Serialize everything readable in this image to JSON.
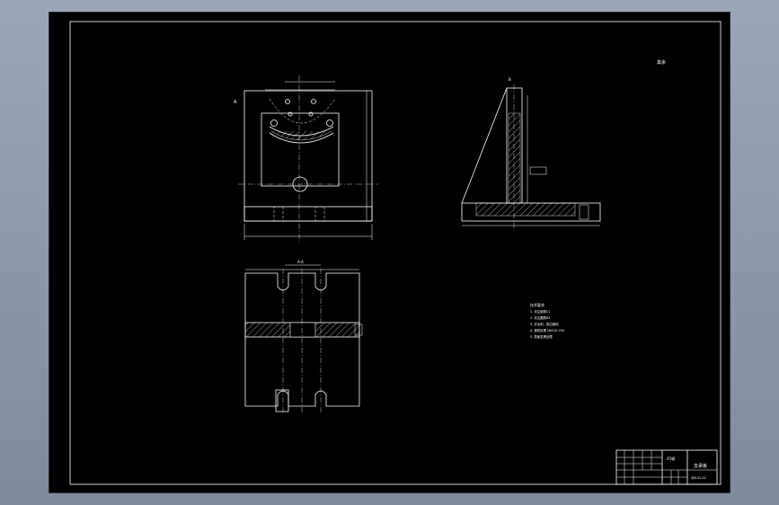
{
  "drawing": {
    "note_top_right": "其余",
    "section_top_left": "A",
    "section_mid": "A-A",
    "section_side": "B",
    "notes": [
      "技术要求",
      "1. 未注倒角C1",
      "2. 未注圆角R2",
      "3. 去毛刺，锐边倒钝",
      "4. 调质处理 HB220-250",
      "5. 表面发黑处理"
    ]
  },
  "title_block": {
    "part_name": "支承板",
    "material": "45钢",
    "drawing_no": "ZJB-01-02"
  },
  "colors": {
    "background": "#000000",
    "lines": "#ffffff",
    "viewport": "#8b97a8"
  }
}
